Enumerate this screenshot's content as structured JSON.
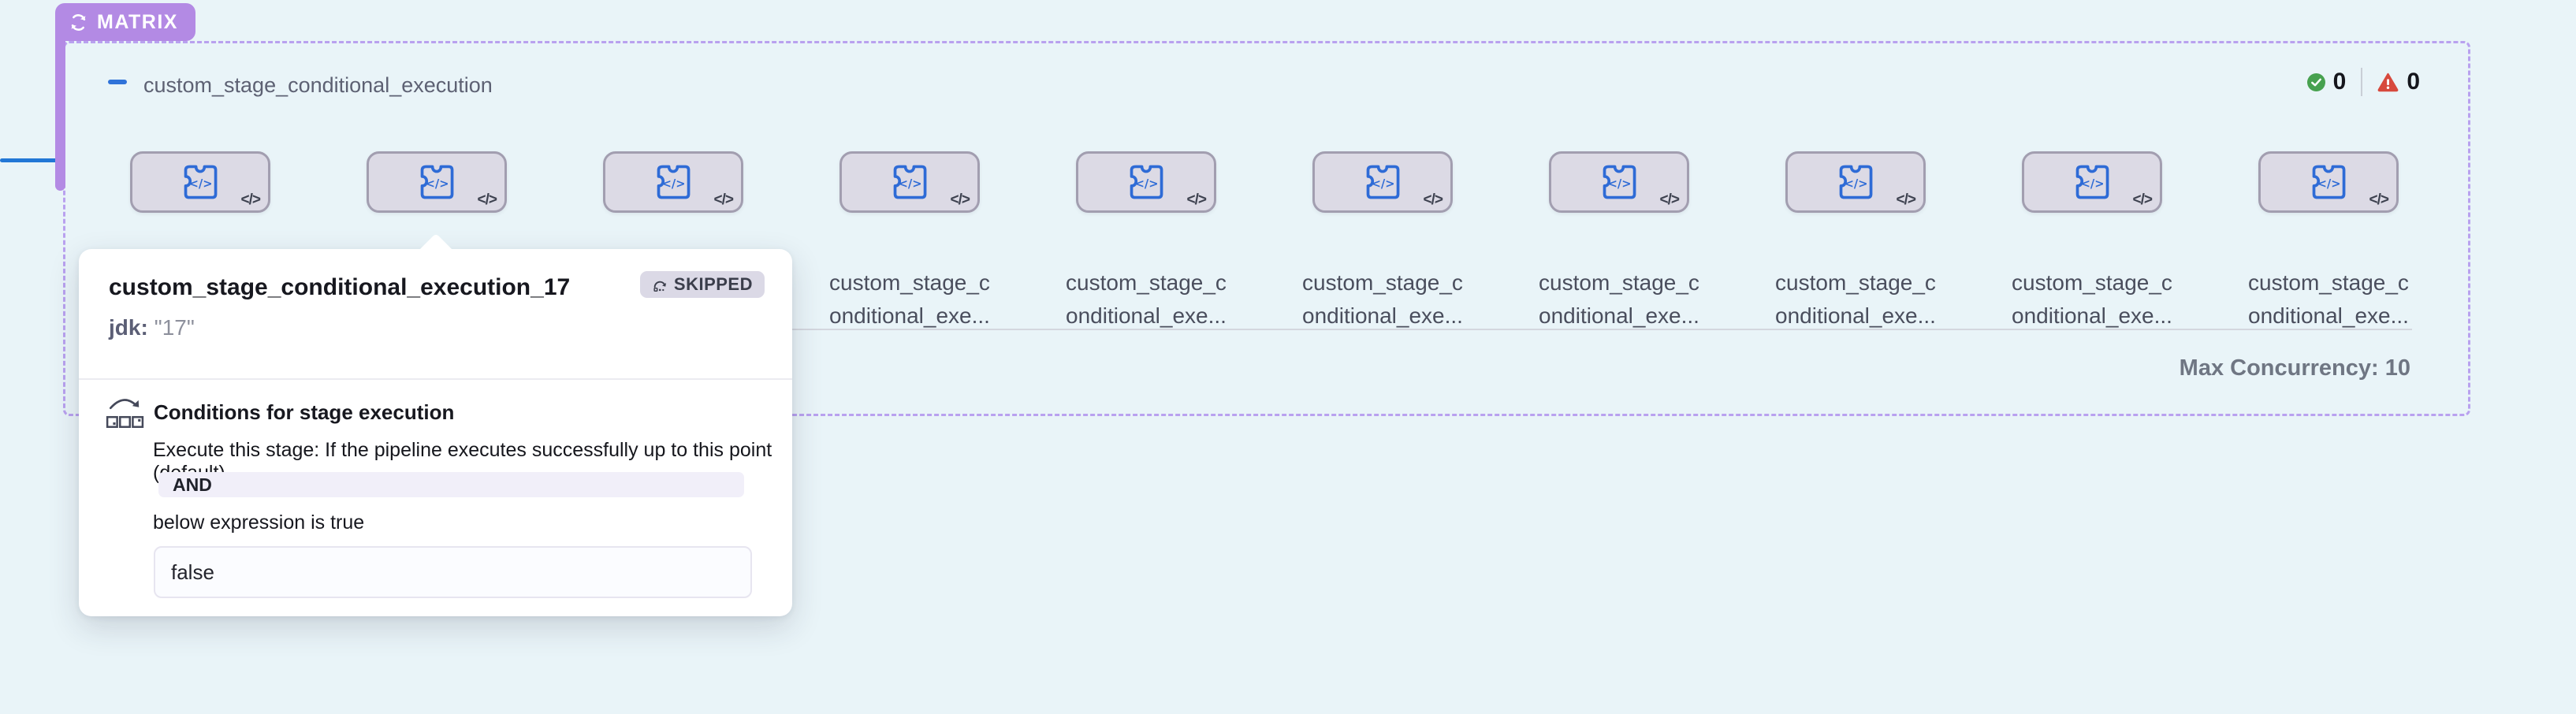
{
  "page": {
    "background": "#e9f4f8"
  },
  "colors": {
    "accent_purple": "#b38ae4",
    "dashed_border_purple": "#b9a1ef",
    "stage_icon_blue": "#2e6bd6",
    "success_green": "#47a14f",
    "error_red": "#d7493d"
  },
  "matrix": {
    "badge_label": "MATRIX",
    "badge_icon": "loop-icon",
    "collapse_icon": "minus-icon",
    "title": "custom_stage_conditional_execution",
    "success_count": "0",
    "error_count": "0",
    "footer": {
      "max_concurrency_label": "Max Concurrency: 10"
    },
    "stages": {
      "count": 10,
      "icon": "custom-stage-icon",
      "corner_glyph": "</>",
      "label_line1": "custom_stage_c",
      "label_line2": "onditional_exe...",
      "popover_anchor_card": 2
    }
  },
  "popover": {
    "title": "custom_stage_conditional_execution_17",
    "status_badge": {
      "label": "SKIPPED",
      "icon": "skip-arc-icon"
    },
    "variable": {
      "key": "jdk:",
      "value": "\"17\""
    },
    "conditions": {
      "icon": "conditional-execution-icon",
      "heading": "Conditions for stage execution",
      "description": "Execute this stage: If the pipeline executes successfully up to this point (default)",
      "operator": "AND",
      "subtext": "below expression is true",
      "expression": "false"
    }
  }
}
